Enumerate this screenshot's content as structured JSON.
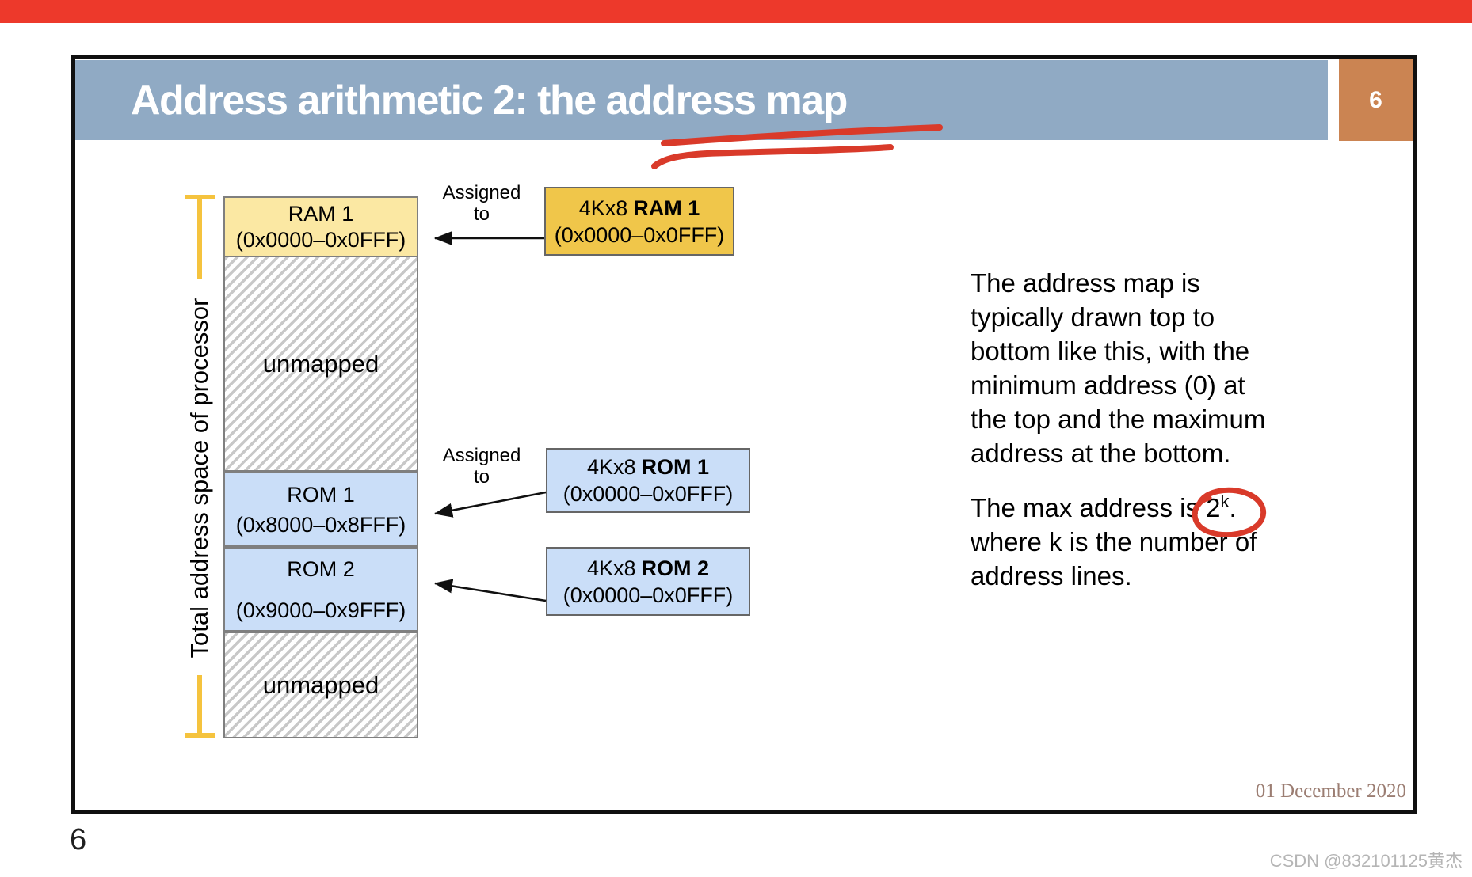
{
  "banner": {
    "color": "#ed392b"
  },
  "slide": {
    "title": "Address arithmetic 2: the address map",
    "badge": "6",
    "date": "01 December 2020",
    "colors": {
      "header_bar": "#90aac4",
      "badge_bg": "#cb8452",
      "ram_section": "#fbe8a3",
      "ram_chip": "#f0c64a",
      "rom_blue": "#cadef8",
      "bracket_yellow": "#f5c33e",
      "annotation_red": "#d93a2a"
    }
  },
  "diagram": {
    "bracket_label": "Total address space of processor",
    "assigned": {
      "line1": "Assigned",
      "line2": "to"
    },
    "memory_sections": [
      {
        "label": "RAM 1",
        "range": "(0x0000–0x0FFF)"
      },
      {
        "label": "unmapped"
      },
      {
        "label": "ROM 1",
        "range": "(0x8000–0x8FFF)"
      },
      {
        "label": "ROM 2",
        "range": "(0x9000–0x9FFF)"
      },
      {
        "label": "unmapped"
      }
    ],
    "chips": [
      {
        "prefix": "4Kx8",
        "name": "RAM 1",
        "range": "(0x0000–0x0FFF)"
      },
      {
        "prefix": "4Kx8",
        "name": "ROM 1",
        "range": "(0x0000–0x0FFF)"
      },
      {
        "prefix": "4Kx8",
        "name": "ROM 2",
        "range": "(0x0000–0x0FFF)"
      }
    ]
  },
  "body": {
    "para1": [
      "The address map is",
      "typically drawn top to",
      "bottom like this, with the",
      "minimum address (0) at",
      "the top and the maximum",
      "address at the bottom."
    ],
    "para2": {
      "pre": "The max address is 2",
      "sup": "k",
      "post": ".",
      "line2": "where k is the number of",
      "line3": "address lines."
    }
  },
  "footer": {
    "page_number": "6",
    "watermark": "CSDN @832101125黄杰"
  }
}
